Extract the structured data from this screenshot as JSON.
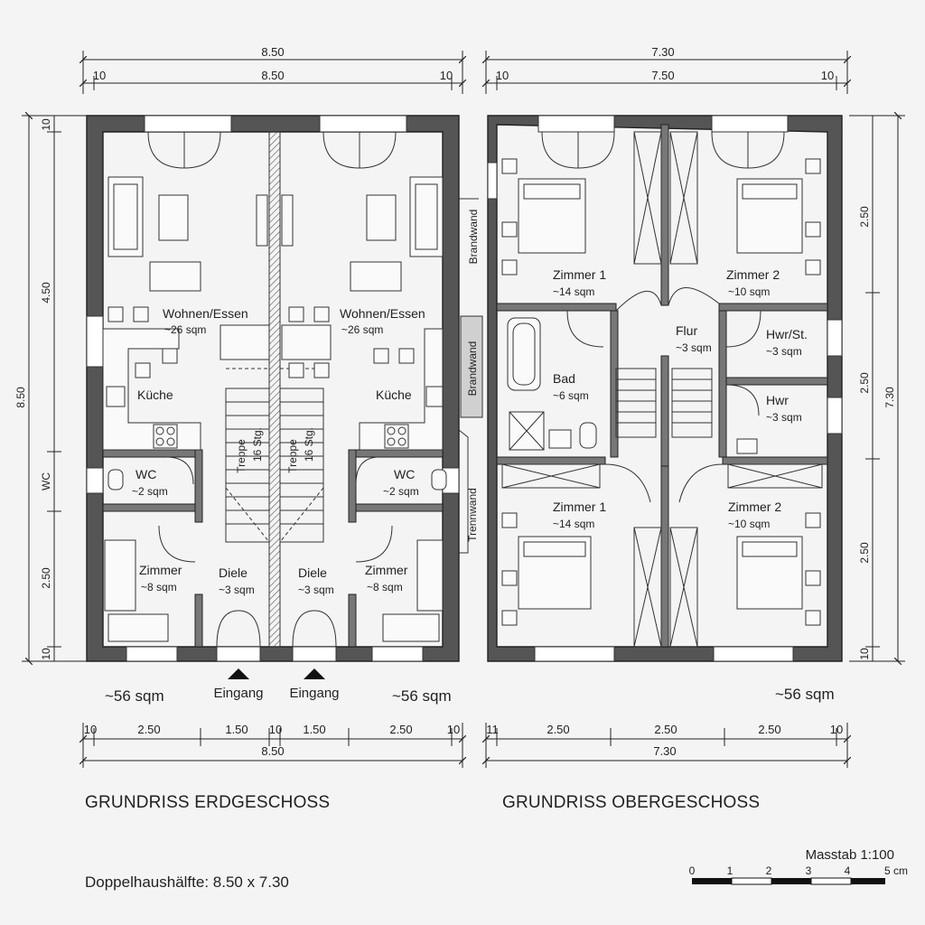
{
  "dimensions": {
    "eg_top_total": "8.50",
    "eg_top_edge_left": "10",
    "eg_top_inner": "8.50",
    "eg_top_edge_right": "10",
    "og_top_total": "7.30",
    "og_top_edge_left": "10",
    "og_top_inner": "7.50",
    "og_top_edge_right": "10",
    "eg_left_total": "8.50",
    "eg_left_seg_top": "10",
    "eg_left_seg_upper": "4.50",
    "eg_left_seg_wc": "WC",
    "eg_left_seg_lower": "2.50",
    "eg_left_seg_bottom": "10",
    "og_right_seg_1": "2.50",
    "og_right_seg_2": "2.50",
    "og_right_seg_3": "2.50",
    "og_right_seg_bottom": "10",
    "og_right_total": "7.30",
    "eg_bottom_segs": [
      "10",
      "2.50",
      "1.50",
      "10",
      "1.50",
      "2.50",
      "10"
    ],
    "eg_bottom_total": "8.50",
    "og_bottom_segs": [
      "11",
      "2.50",
      "2.50",
      "2.50",
      "10"
    ],
    "og_bottom_total": "7.30"
  },
  "ground_floor": {
    "title": "GRUNDRISS ERDGESCHOSS",
    "left_unit": {
      "living_name": "Wohnen/Essen",
      "living_area": "~26 sqm",
      "kitchen_name": "Küche",
      "wc_name": "WC",
      "wc_area": "~2 sqm",
      "room_name": "Zimmer",
      "room_area": "~8 sqm",
      "hall_name": "Diele",
      "hall_area": "~3 sqm",
      "stair_name": "Treppe",
      "stair_steps": "16 Stg.",
      "entrance": "Eingang",
      "total_area": "~56 sqm"
    },
    "right_unit": {
      "living_name": "Wohnen/Essen",
      "living_area": "~26 sqm",
      "kitchen_name": "Küche",
      "wc_name": "WC",
      "wc_area": "~2 sqm",
      "room_name": "Zimmer",
      "room_area": "~8 sqm",
      "hall_name": "Diele",
      "hall_area": "~3 sqm",
      "stair_name": "Treppe",
      "stair_steps": "16 Stg.",
      "entrance": "Eingang",
      "total_area": "~56 sqm"
    }
  },
  "upper_floor": {
    "title": "GRUNDRISS OBERGESCHOSS",
    "rooms": {
      "tl_name": "Zimmer 1",
      "tl_area": "~14 sqm",
      "tr_name": "Zimmer 2",
      "tr_area": "~10 sqm",
      "bl_name": "Zimmer 1",
      "bl_area": "~14 sqm",
      "br_name": "Zimmer 2",
      "br_area": "~10 sqm",
      "bath_name": "Bad",
      "bath_area": "~6 sqm",
      "hall_name": "Flur",
      "hall_area": "~3 sqm",
      "util1_name": "Hwr/St.",
      "util1_area": "~3 sqm",
      "util2_name": "Hwr",
      "util2_area": "~3 sqm"
    },
    "total_area": "~56 sqm"
  },
  "annotations": {
    "fire_wall_1": "Brandwand",
    "fire_wall_2": "Brandwand",
    "party_wall": "Trennwand"
  },
  "footer": {
    "caption": "Doppelhaushälfte: 8.50 x 7.30",
    "scale_title": "Masstab 1:100",
    "scale_ticks": [
      "0",
      "1",
      "2",
      "3",
      "4",
      "5 cm"
    ]
  },
  "colors": {
    "wall": "#555555",
    "line": "#222222",
    "background": "#f4f4f4"
  }
}
